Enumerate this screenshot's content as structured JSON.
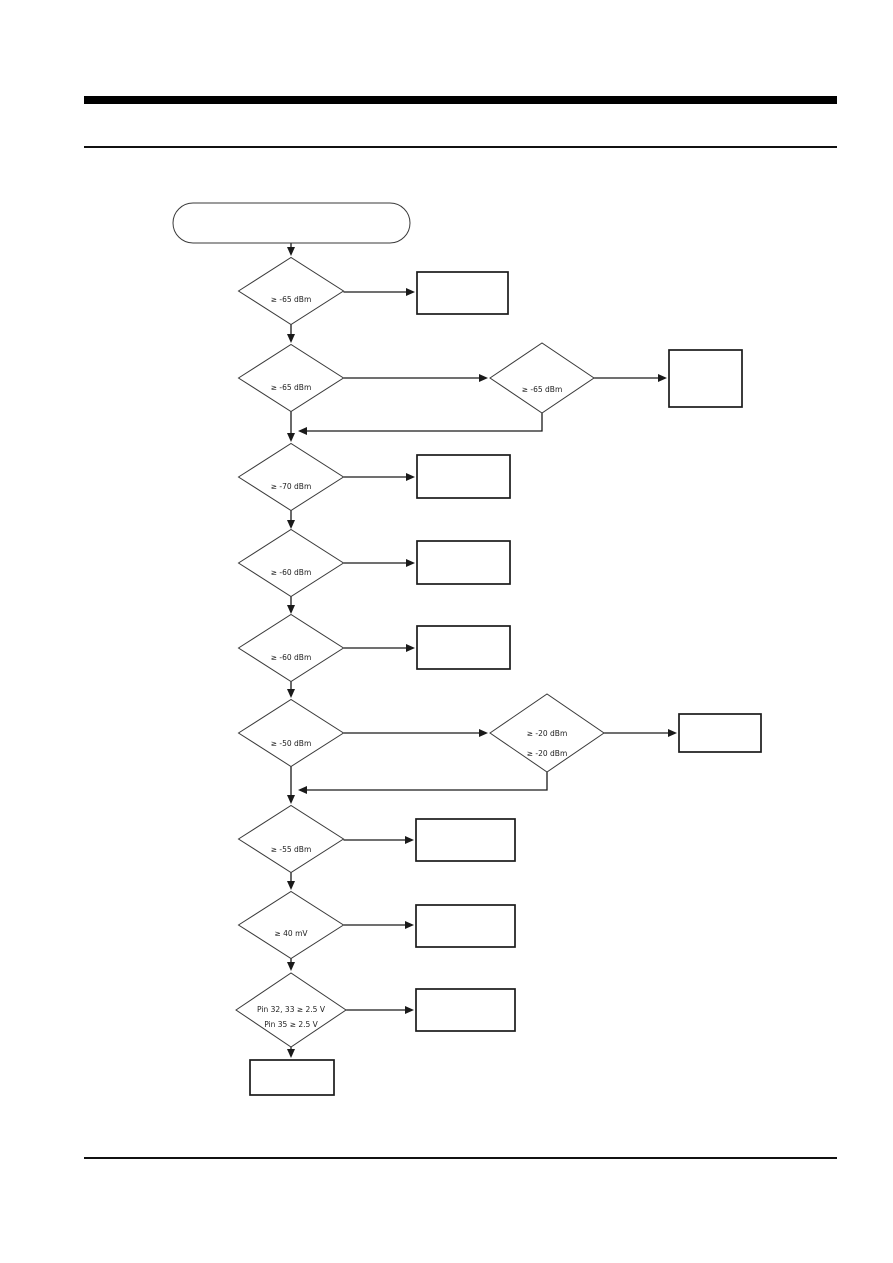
{
  "colors": {
    "ink": "#1a1a1a",
    "background": "#ffffff"
  },
  "flowchart": {
    "start": {
      "label": ""
    },
    "decisions": {
      "d1": {
        "label": "≥ -65 dBm"
      },
      "d2": {
        "label": "≥ -65 dBm"
      },
      "d2_right": {
        "label": "≥ -65 dBm"
      },
      "d3": {
        "label": "≥ -70 dBm"
      },
      "d4": {
        "label": "≥ -60 dBm"
      },
      "d5": {
        "label": "≥ -60 dBm"
      },
      "d6": {
        "label": "≥ -50 dBm"
      },
      "d6_right": {
        "line1": "≥ -20 dBm",
        "line2": "≥ -20 dBm"
      },
      "d7": {
        "label": "≥ -55 dBm"
      },
      "d8": {
        "label": "≥ 40 mV"
      },
      "d9": {
        "line1": "Pin 32, 33 ≥ 2.5 V",
        "line2": "Pin 35 ≥ 2.5 V"
      }
    },
    "action_boxes": {
      "r1": {
        "label": ""
      },
      "r2": {
        "label": ""
      },
      "r3": {
        "label": ""
      },
      "r4": {
        "label": ""
      },
      "r5": {
        "label": ""
      },
      "r6": {
        "label": ""
      },
      "r7": {
        "label": ""
      },
      "r8": {
        "label": ""
      },
      "r9": {
        "label": ""
      },
      "end_box": {
        "label": ""
      }
    }
  }
}
